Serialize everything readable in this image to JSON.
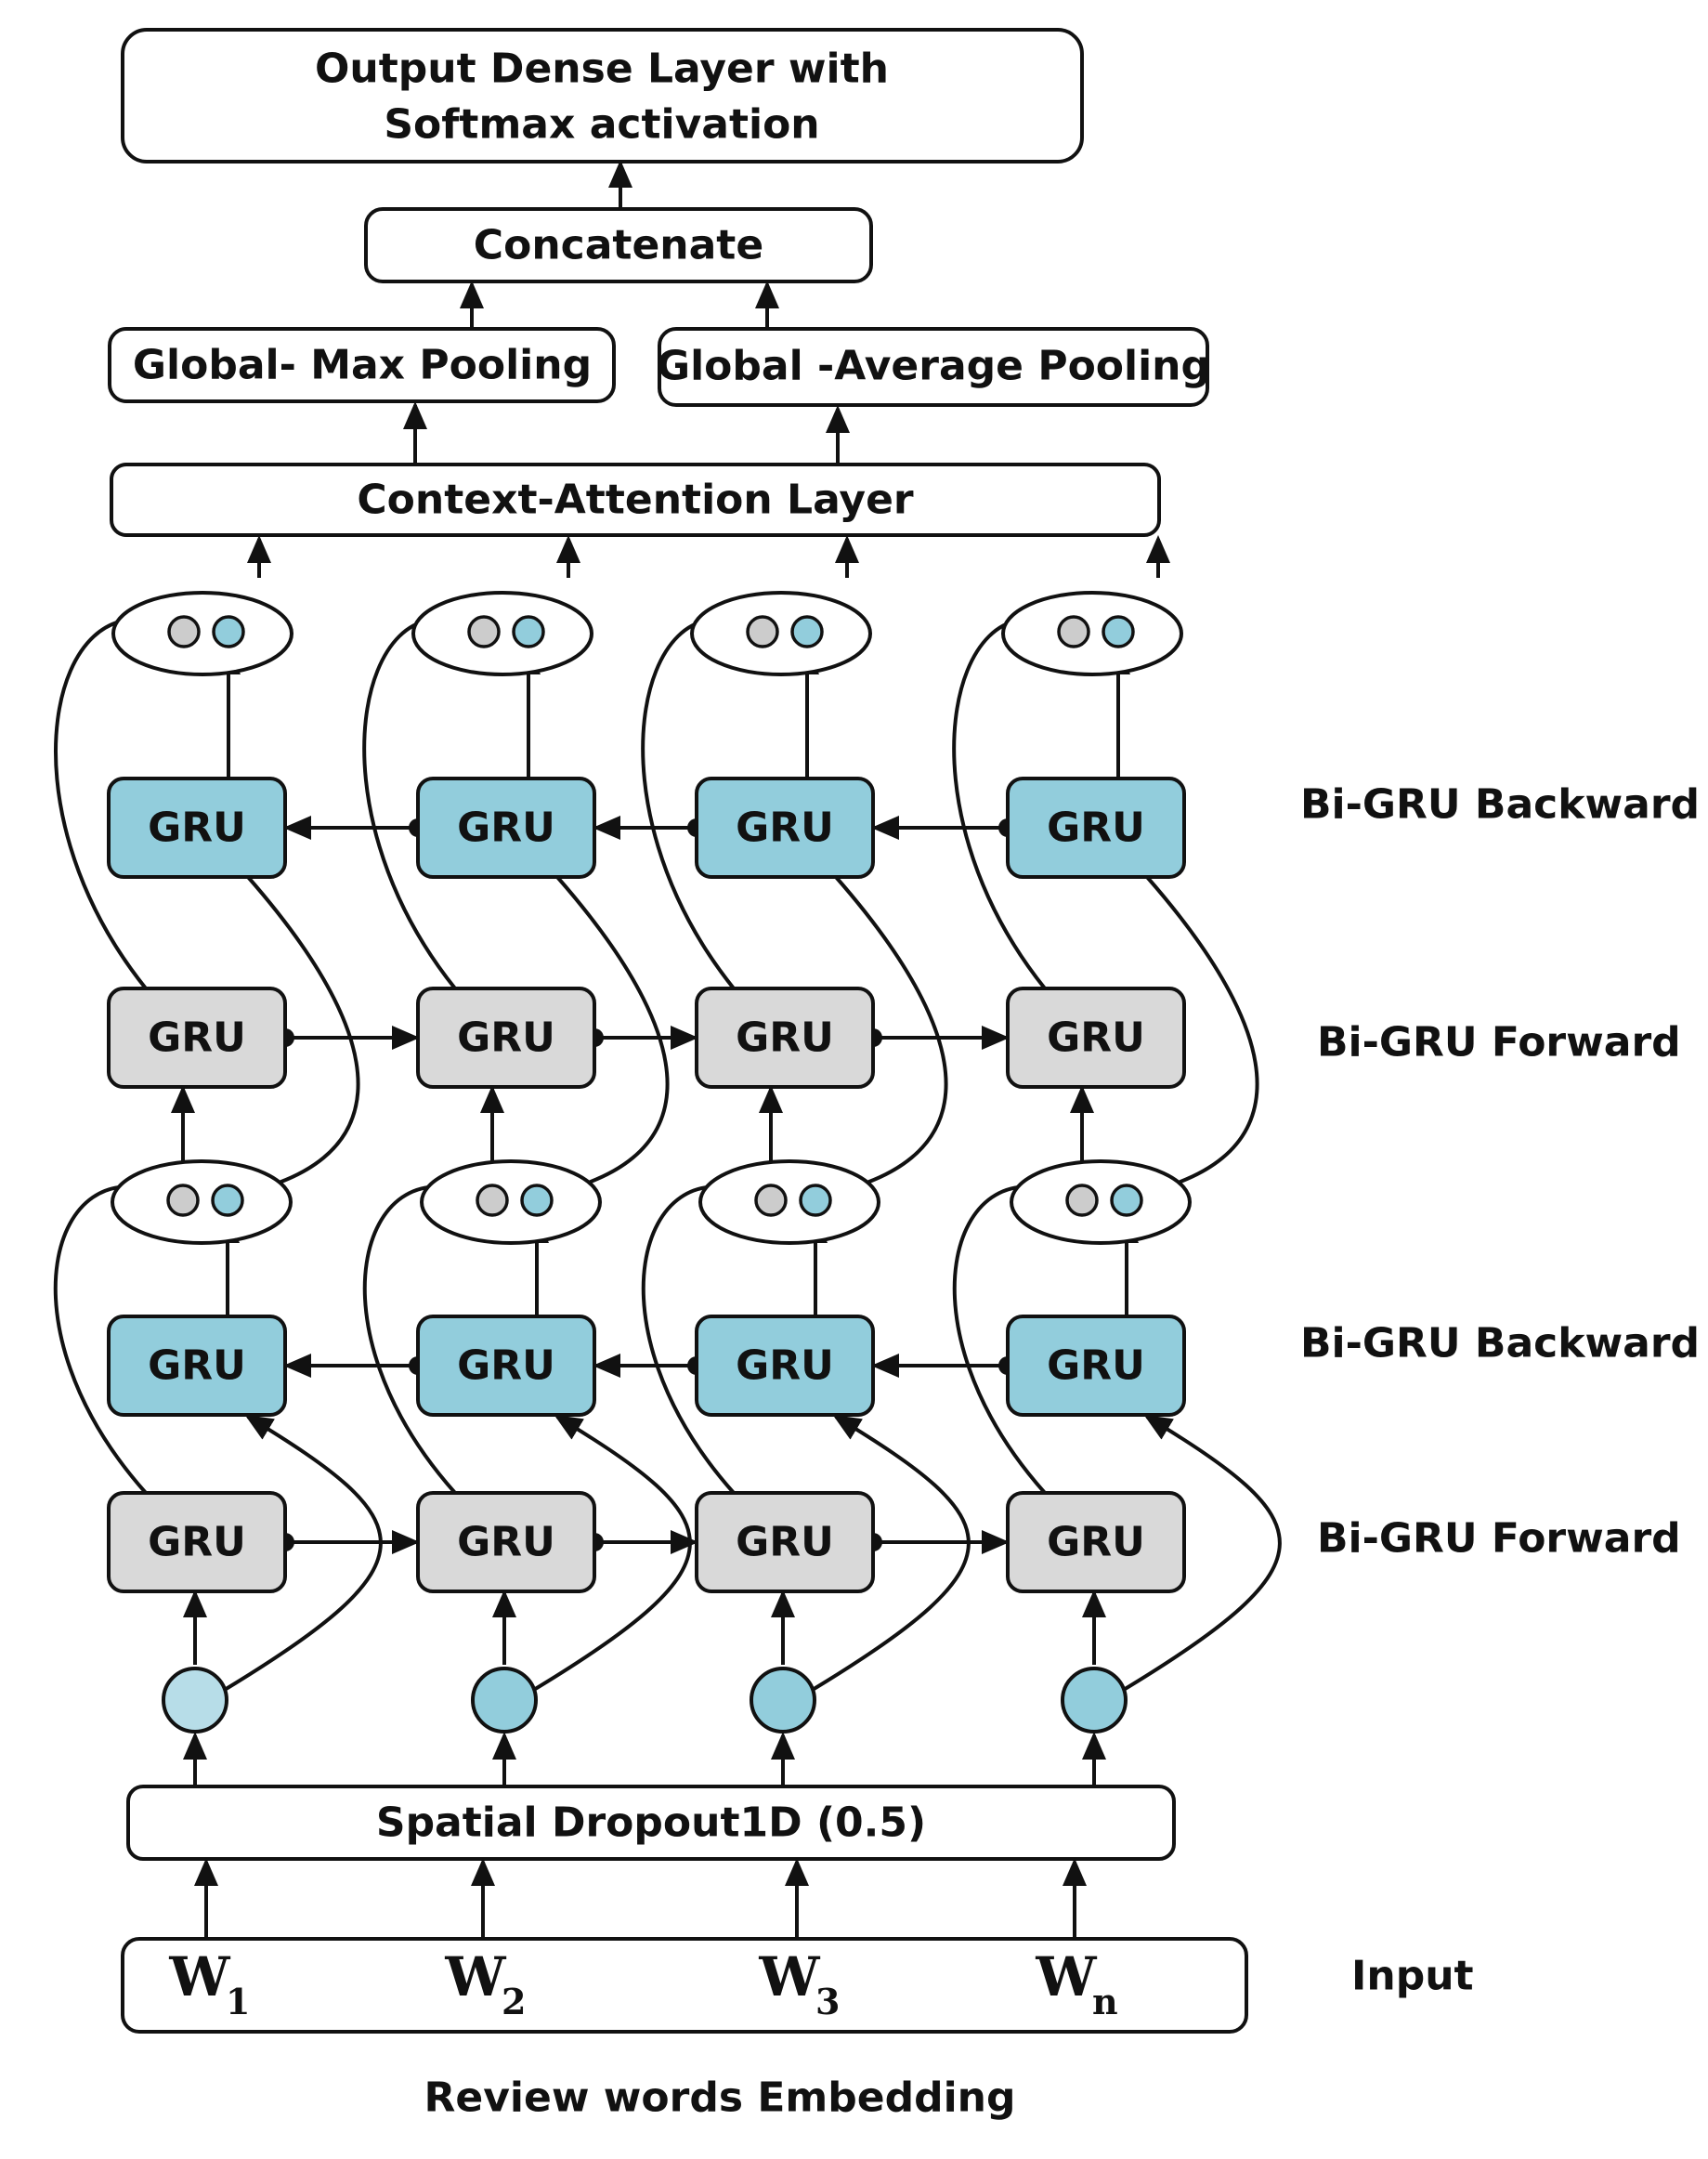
{
  "blocks": {
    "output": {
      "line1": "Output Dense Layer with",
      "line2": "Softmax activation"
    },
    "concatenate": "Concatenate",
    "max_pooling": "Global- Max Pooling",
    "avg_pooling": "Global -Average Pooling",
    "attention": "Context-Attention Layer",
    "dropout": "Spatial Dropout1D (0.5)"
  },
  "gru_label": "GRU",
  "side_labels": {
    "backward_top": "Bi-GRU Backward",
    "forward_top": "Bi-GRU Forward",
    "backward_bottom": "Bi-GRU Backward",
    "forward_bottom": "Bi-GRU Forward",
    "input": "Input"
  },
  "words": [
    {
      "base": "W",
      "sub": "1"
    },
    {
      "base": "W",
      "sub": "2"
    },
    {
      "base": "W",
      "sub": "3"
    },
    {
      "base": "W",
      "sub": "n"
    }
  ],
  "caption": "Review words Embedding",
  "colors": {
    "backward_fill": "#92cddc",
    "forward_fill": "#d9d9d9",
    "node_grey": "#cccccc",
    "node_blue": "#92cddc",
    "stroke": "#111111"
  }
}
